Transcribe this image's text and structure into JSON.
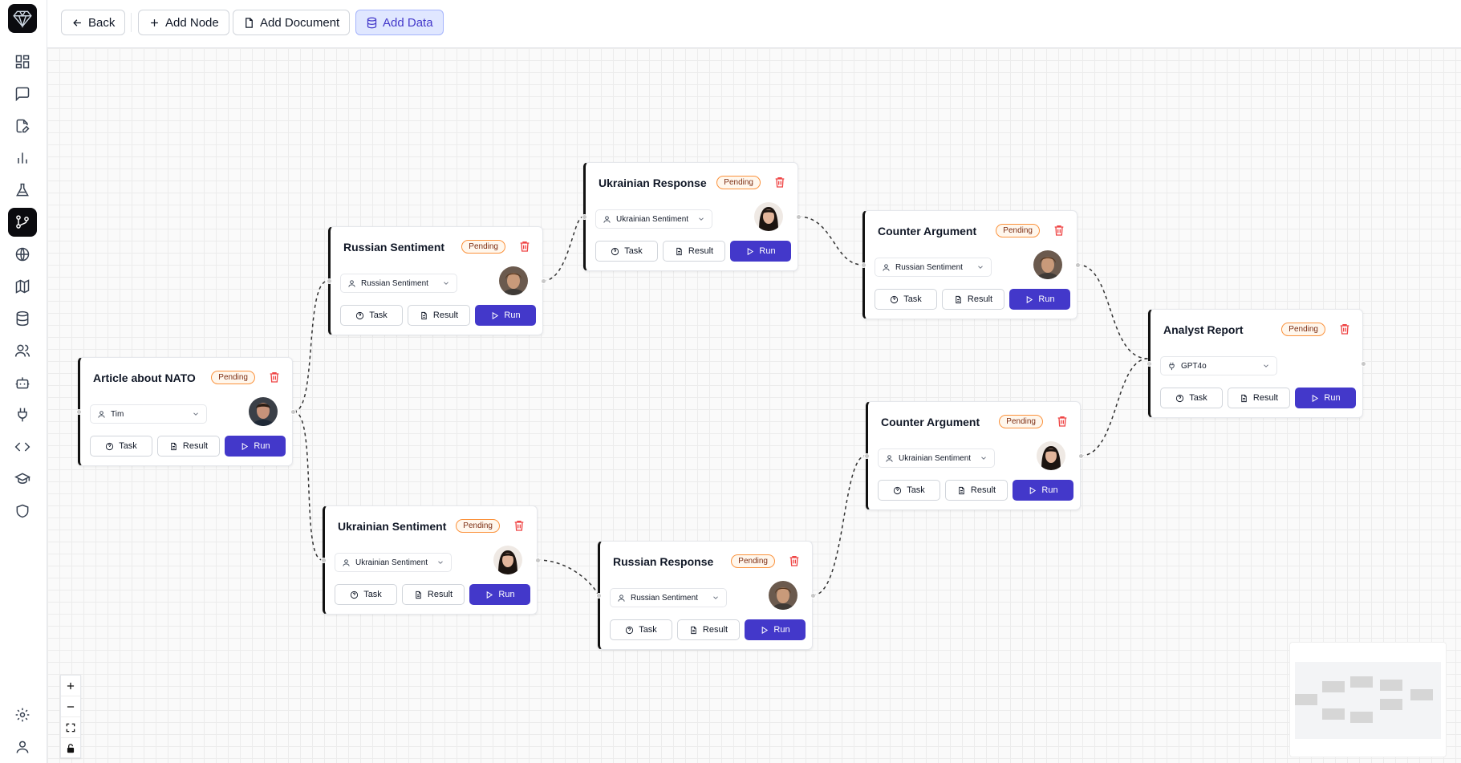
{
  "toolbar": {
    "back": "Back",
    "add_node": "Add Node",
    "add_document": "Add Document",
    "add_data": "Add Data"
  },
  "sidebar": {
    "items": [
      "dashboard-icon",
      "chat-icon",
      "document-edit-icon",
      "chart-icon",
      "flask-icon",
      "workflow-icon",
      "globe-icon",
      "map-icon",
      "database-icon",
      "users-icon",
      "bot-icon",
      "plug-icon",
      "code-icon",
      "graduation-cap-icon",
      "shield-icon",
      "settings-icon",
      "user-icon"
    ],
    "active": "workflow-icon"
  },
  "nodes": [
    {
      "id": "n1",
      "title": "Article about NATO",
      "status": "Pending",
      "select": "Tim",
      "select_icon": "user-icon",
      "avatar": "male-dark-hair",
      "task": "Task",
      "result": "Result",
      "run": "Run"
    },
    {
      "id": "n2",
      "title": "Russian Sentiment",
      "status": "Pending",
      "select": "Russian Sentiment",
      "select_icon": "user-icon",
      "avatar": "male-brown-hair",
      "task": "Task",
      "result": "Result",
      "run": "Run"
    },
    {
      "id": "n3",
      "title": "Ukrainian Sentiment",
      "status": "Pending",
      "select": "Ukrainian Sentiment",
      "select_icon": "user-icon",
      "avatar": "female-dark-hair",
      "task": "Task",
      "result": "Result",
      "run": "Run"
    },
    {
      "id": "n4",
      "title": "Ukrainian Response",
      "status": "Pending",
      "select": "Ukrainian Sentiment",
      "select_icon": "user-icon",
      "avatar": "female-dark-hair",
      "task": "Task",
      "result": "Result",
      "run": "Run"
    },
    {
      "id": "n5",
      "title": "Russian Response",
      "status": "Pending",
      "select": "Russian Sentiment",
      "select_icon": "user-icon",
      "avatar": "male-brown-hair",
      "task": "Task",
      "result": "Result",
      "run": "Run"
    },
    {
      "id": "n6",
      "title": "Counter Argument",
      "status": "Pending",
      "select": "Russian Sentiment",
      "select_icon": "user-icon",
      "avatar": "male-brown-hair",
      "task": "Task",
      "result": "Result",
      "run": "Run"
    },
    {
      "id": "n7",
      "title": "Counter Argument",
      "status": "Pending",
      "select": "Ukrainian Sentiment",
      "select_icon": "user-icon",
      "avatar": "female-dark-hair",
      "task": "Task",
      "result": "Result",
      "run": "Run"
    },
    {
      "id": "n8",
      "title": "Analyst Report",
      "status": "Pending",
      "select": "GPT4o",
      "select_icon": "plug-icon",
      "avatar": null,
      "task": "Task",
      "result": "Result",
      "run": "Run"
    }
  ],
  "edges": [
    [
      "n1",
      "n2"
    ],
    [
      "n1",
      "n3"
    ],
    [
      "n2",
      "n4"
    ],
    [
      "n3",
      "n5"
    ],
    [
      "n4",
      "n6"
    ],
    [
      "n5",
      "n7"
    ],
    [
      "n6",
      "n8"
    ],
    [
      "n7",
      "n8"
    ]
  ],
  "colors": {
    "accent": "#4338ca",
    "pending_border": "#fb923c",
    "danger": "#ef4444"
  }
}
